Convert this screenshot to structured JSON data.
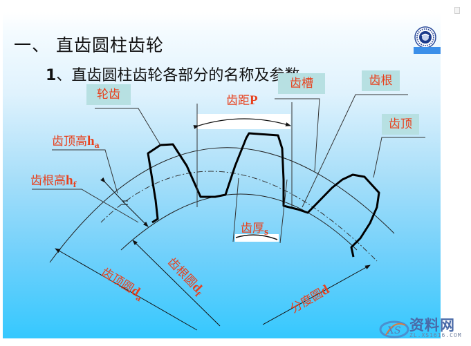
{
  "slide": {
    "title": "一、 直齿圆柱齿轮",
    "subtitle_number": "1",
    "subtitle_text": "、直齿圆柱齿轮各部分的名称及参数"
  },
  "labels": {
    "gear_tooth": "轮齿",
    "tooth_space": "齿槽",
    "tooth_root": "齿根",
    "tooth_tip": "齿顶",
    "pitch": {
      "text": "齿距",
      "symbol": "P"
    },
    "addendum": {
      "text": "齿顶高",
      "symbol": "h",
      "sub": "a"
    },
    "dedendum": {
      "text": "齿根高",
      "symbol": "h",
      "sub": "f"
    },
    "tooth_thickness": {
      "text": "齿厚",
      "symbol": "s"
    },
    "tip_circle": {
      "text": "齿顶圆",
      "symbol": "d",
      "sub": "a"
    },
    "root_circle": {
      "text": "齿根圆",
      "symbol": "d",
      "sub": "f"
    },
    "pitch_circle": {
      "text": "分度圆",
      "symbol": "d"
    }
  },
  "watermark": {
    "main": "资料网",
    "sub": "ZL.XS1616.COM"
  },
  "colors": {
    "label_red": "#e8401c",
    "label_box_bg": "#b7e0e2",
    "logo_blue": "#1b3a8a",
    "logo_bar": "#3b8fe9"
  }
}
